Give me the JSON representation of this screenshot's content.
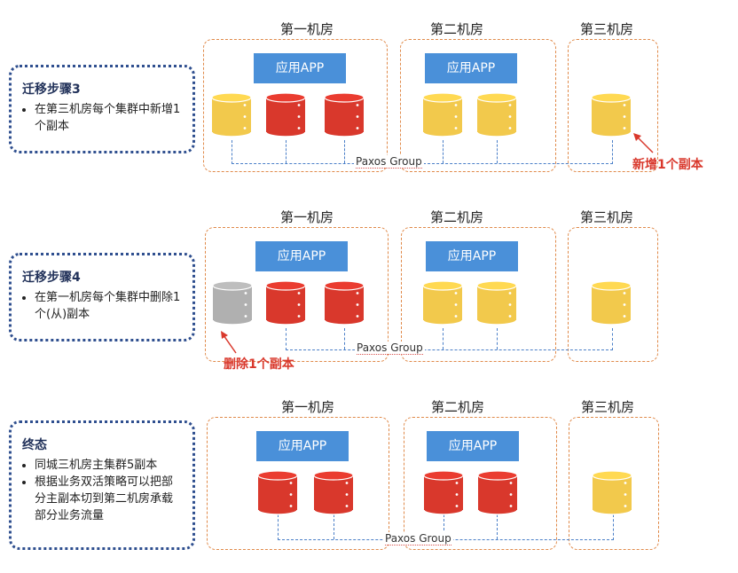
{
  "colors": {
    "red": "#d9382c",
    "yellow": "#f2c94c",
    "gray": "#b0b0b0",
    "app_blue": "#4a90d9",
    "room_border": "#e08a4a",
    "panel_border": "#2f4f8f"
  },
  "app_label": "应用APP",
  "paxos_label": "Paxos Group",
  "room_titles": [
    "第一机房",
    "第二机房",
    "第三机房"
  ],
  "step3": {
    "title": "迁移步骤3",
    "bullets": [
      "在第三机房每个集群中新增1个副本"
    ],
    "annotation": "新增1个副本"
  },
  "step4": {
    "title": "迁移步骤4",
    "bullets": [
      "在第一机房每个集群中删除1个(从)副本"
    ],
    "annotation": "删除1个副本"
  },
  "final": {
    "title": "终态",
    "bullets": [
      "同城三机房主集群5副本",
      "根据业务双活策略可以把部分主副本切到第二机房承载部分业务流量"
    ]
  }
}
